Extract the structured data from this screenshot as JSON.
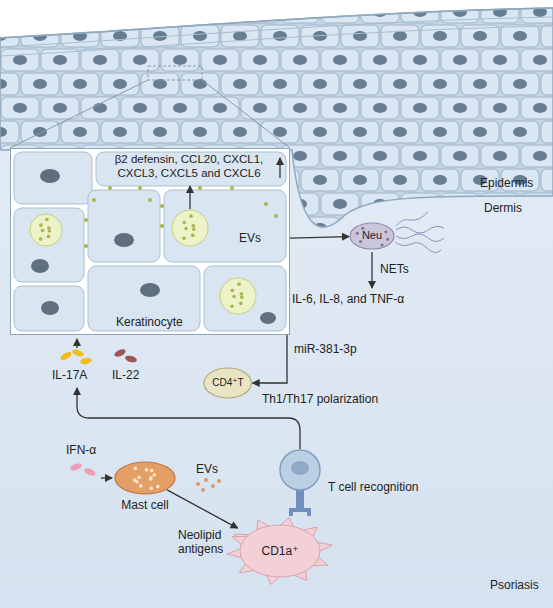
{
  "diagram": {
    "nodes": [
      {
        "text": [
          "β2 defensin, CCL20, CXCL1, CXCL3, CXCL5 and CXCL6",
          "EVs",
          "Keratinocyte"
        ]
      },
      {
        "text": [
          "Neu"
        ]
      },
      {
        "text": [
          "CD4⁺T"
        ]
      },
      {
        "text": [
          "Mast cell"
        ]
      },
      {
        "text": [
          "CD1a⁺"
        ]
      }
    ],
    "edges": [
      {
        "from": 0,
        "to": 1,
        "arrow": "to"
      },
      {
        "from": 0,
        "to": 2,
        "arrow": "to"
      },
      {
        "from": 3,
        "to": 4,
        "label": "EVs",
        "arrow": "to"
      }
    ],
    "labels": [
      "Epidermis",
      "Dermis",
      "NETs",
      "IL-6, IL-8, and TNF-α",
      "miR-381-3p",
      "Th1/Th17 polarization",
      "IL-17A",
      "IL-22",
      "T cell recognition",
      "IFN-α",
      "Neolipid antigens",
      "Psoriasis"
    ]
  }
}
